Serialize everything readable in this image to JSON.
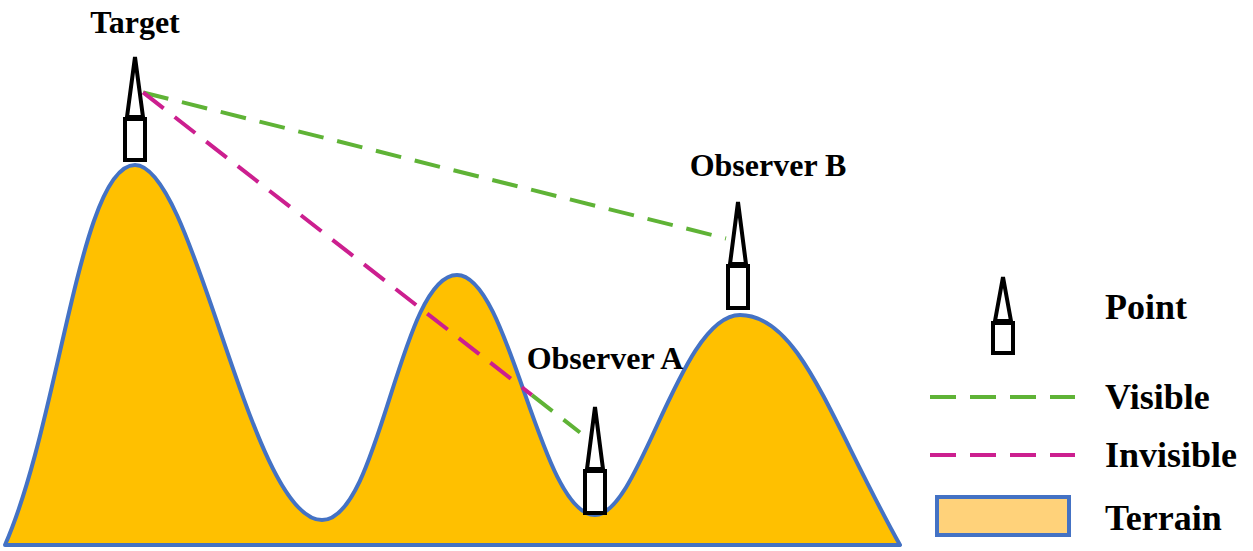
{
  "diagram": {
    "nodes": [
      {
        "text": [
          "Target"
        ]
      },
      {
        "text": [
          "Observer B"
        ]
      },
      {
        "text": [
          "Observer A"
        ]
      }
    ],
    "edges": [
      {
        "from": 0,
        "to": 1,
        "arrow": "none"
      },
      {
        "from": 0,
        "to": 2,
        "arrow": "none"
      }
    ],
    "legend": [
      {
        "text": "Point"
      },
      {
        "text": "Visible"
      },
      {
        "text": "Invisible"
      },
      {
        "text": "Terrain",
        "color": "#ffd27a"
      }
    ]
  }
}
